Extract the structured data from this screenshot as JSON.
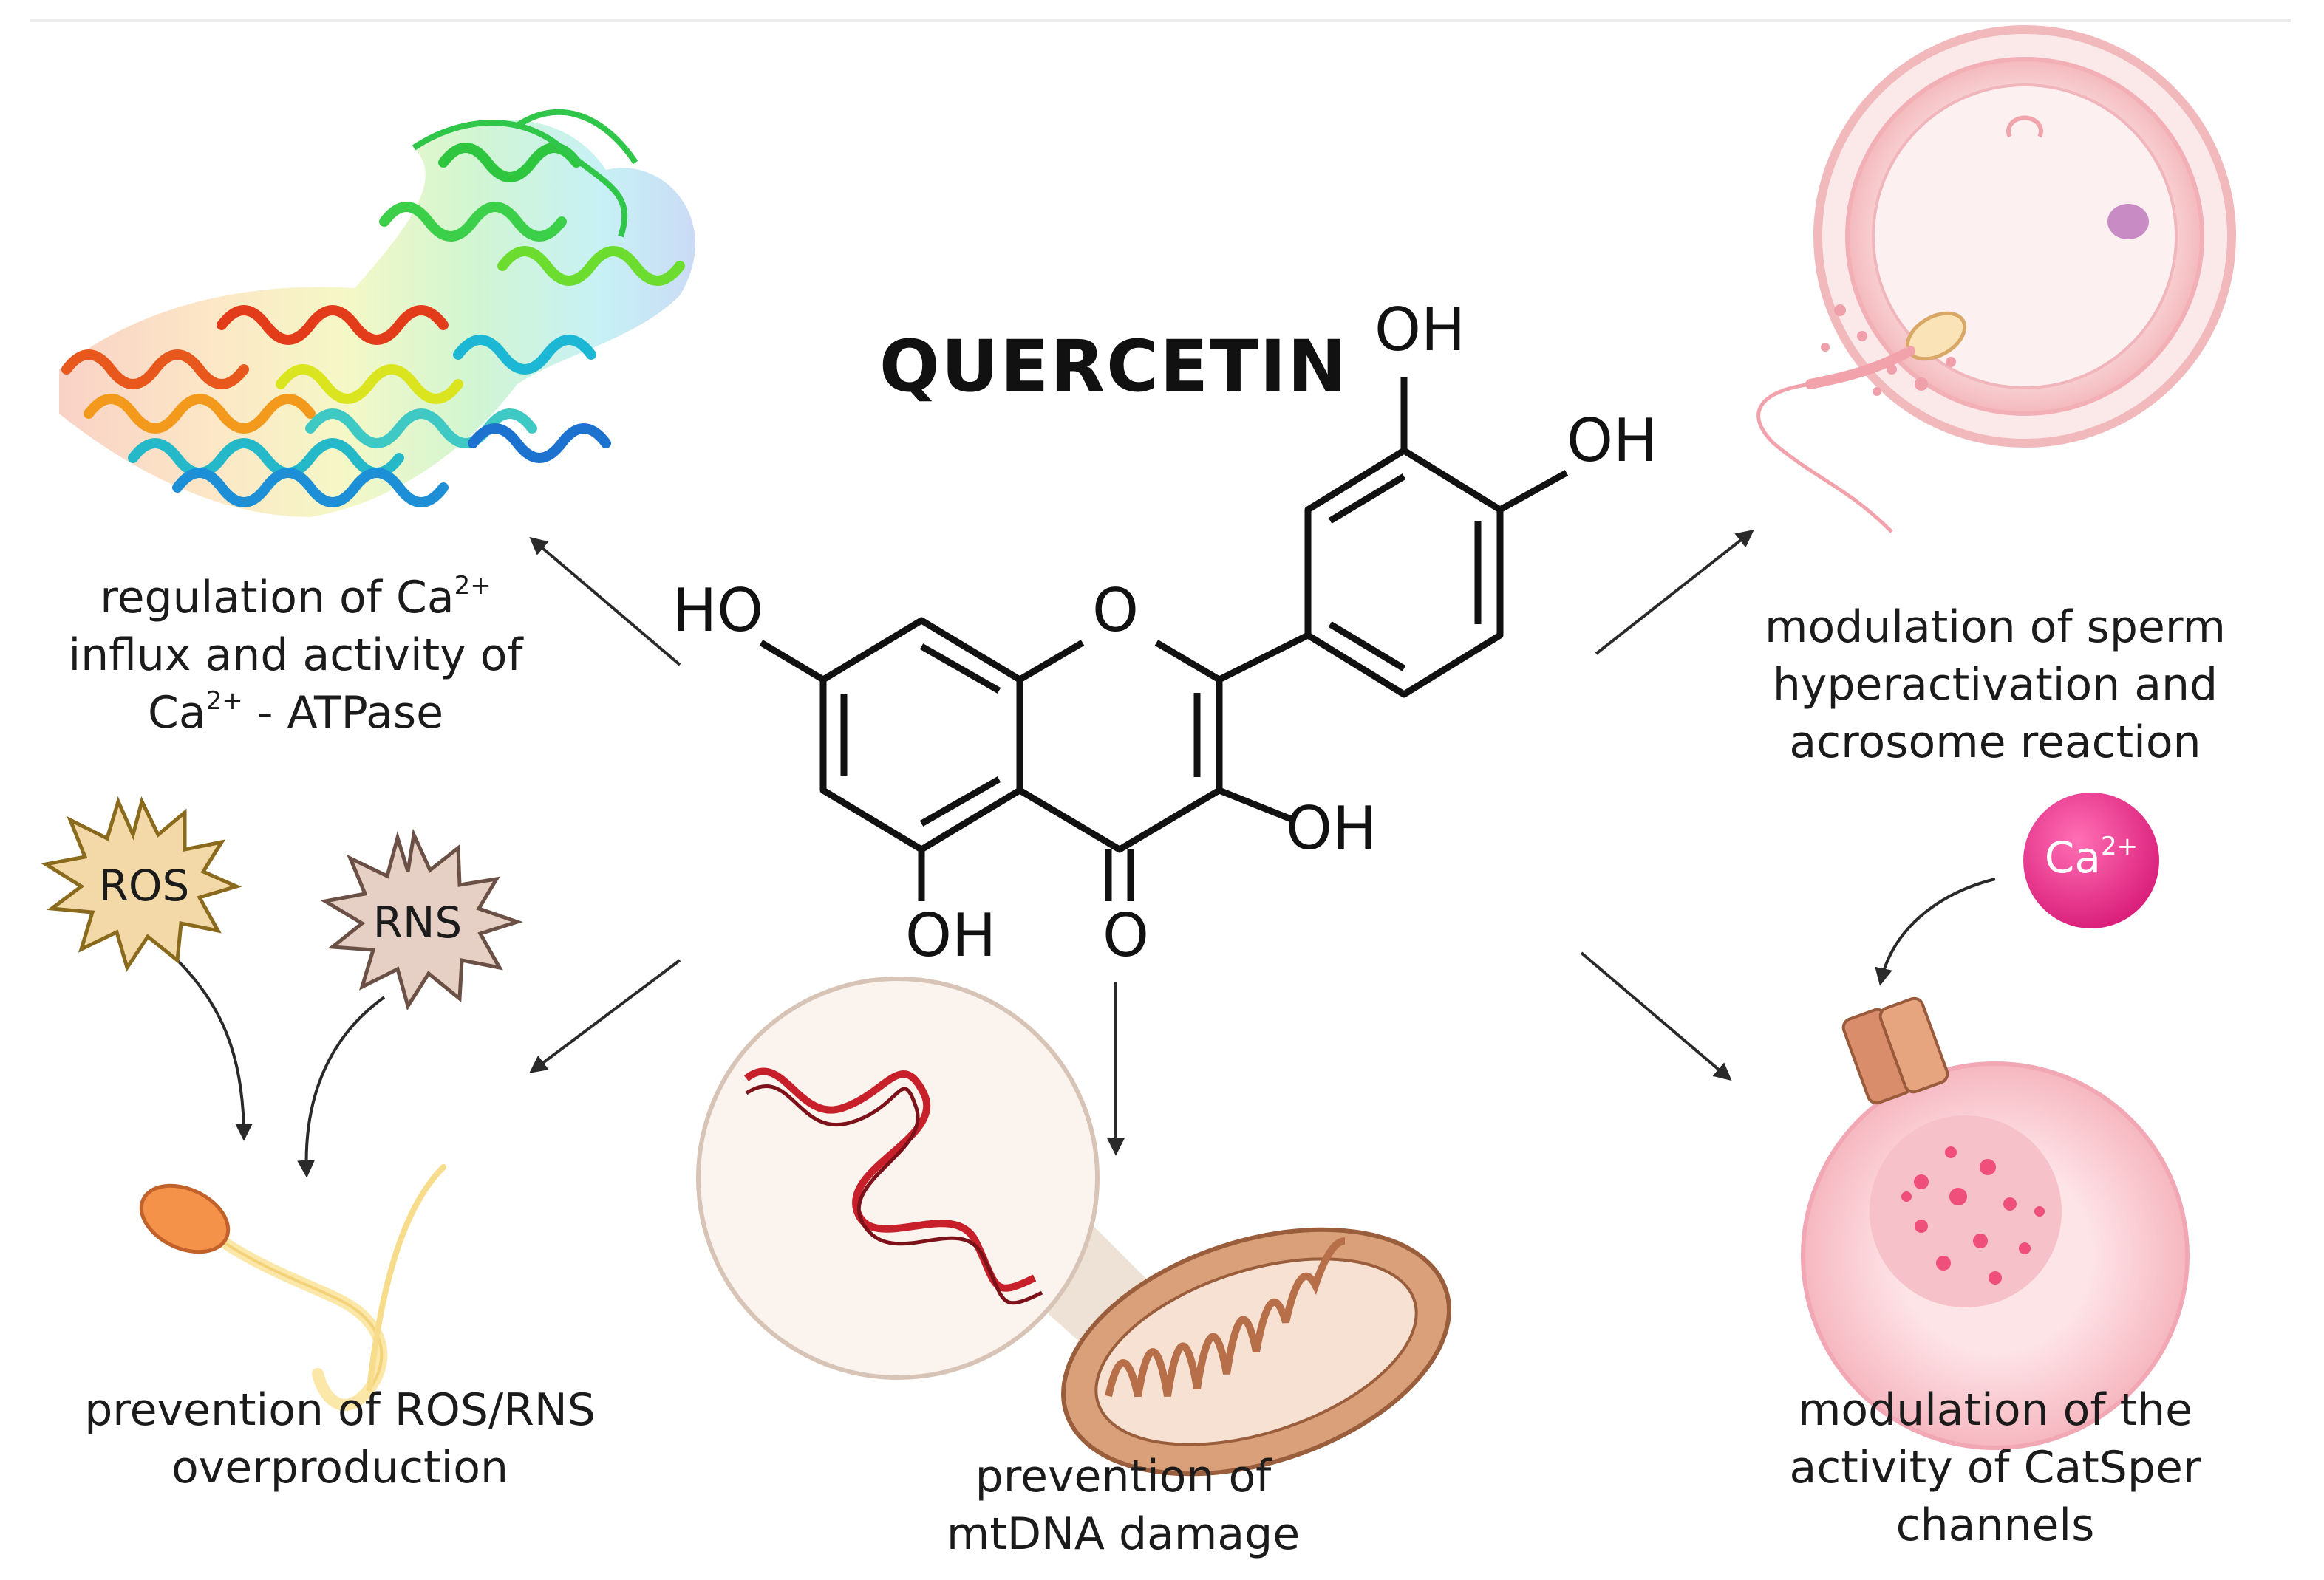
{
  "title": "QUERCETIN",
  "molecule": {
    "oh_top": "OH",
    "oh_right": "OH",
    "ho_left": "HO",
    "ring_o": "O",
    "oh_3": "OH",
    "oh_5": "OH",
    "carbonyl_o": "O"
  },
  "labels": {
    "ca_regulation": {
      "line1_a": "regulation of Ca",
      "line1_sup": "2+",
      "line2": "influx and activity of",
      "line3_a": "Ca",
      "line3_sup": "2+",
      "line3_b": " - ATPase"
    },
    "sperm_modulation": {
      "line1": "modulation of sperm",
      "line2": "hyperactivation and",
      "line3": "acrosome reaction"
    },
    "ros_prevention": {
      "line1": "prevention of ROS/RNS",
      "line2": "overproduction"
    },
    "mtdna_prevention": {
      "line1": "prevention of",
      "line2": "mtDNA damage"
    },
    "catsper_modulation": {
      "line1": "modulation of the",
      "line2": "activity of CatSper",
      "line3": "channels"
    }
  },
  "badges": {
    "ros": "ROS",
    "rns": "RNS",
    "ca_ion_base": "Ca",
    "ca_ion_sup": "2+"
  },
  "colors": {
    "ros_star": "#f2d9a7",
    "rns_star": "#e6cfc4",
    "ca_ion": "#e8308c",
    "mito": "#d9a07a",
    "cell_pink": "#f7c8cf",
    "arrow": "#2a2a2a"
  }
}
